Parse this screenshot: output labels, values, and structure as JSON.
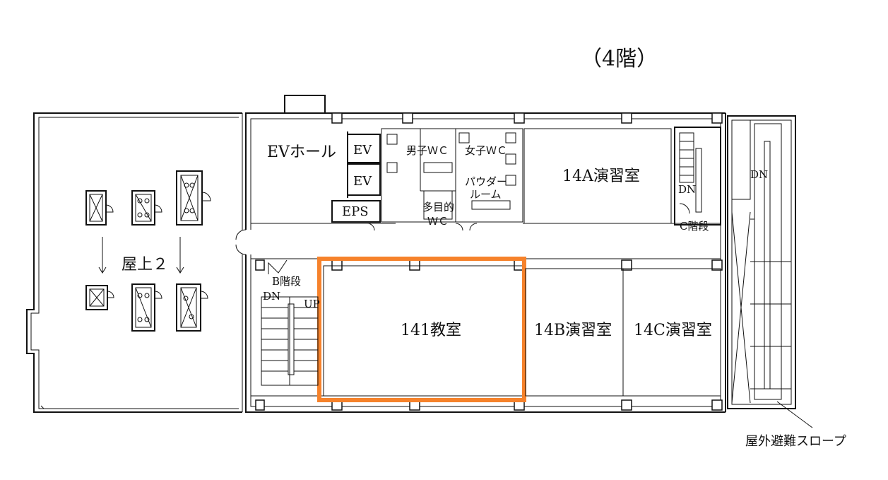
{
  "floor_title": "（4階）",
  "labels": {
    "ev_hall": "EVホール",
    "ev1": "EV",
    "ev2": "EV",
    "eps": "EPS",
    "mens_wc": "男子ＷＣ",
    "womens_wc": "女子ＷＣ",
    "powder_room_1": "パウダー",
    "powder_room_2": "ルーム",
    "multipurpose_wc_1": "多目的",
    "multipurpose_wc_2": "ＷＣ",
    "room_14a": "14A演習室",
    "room_141": "141教室",
    "room_14b": "14B演習室",
    "room_14c": "14C演習室",
    "rooftop_2": "屋上２",
    "stair_b": "B階段",
    "stair_c": "C階段",
    "dn_b": "DN",
    "up_b": "UP",
    "dn_c": "DN",
    "dn_ramp": "DN",
    "outdoor_ramp": "屋外避難スロープ"
  },
  "colors": {
    "highlight": "#f6822b",
    "line": "#111111"
  }
}
